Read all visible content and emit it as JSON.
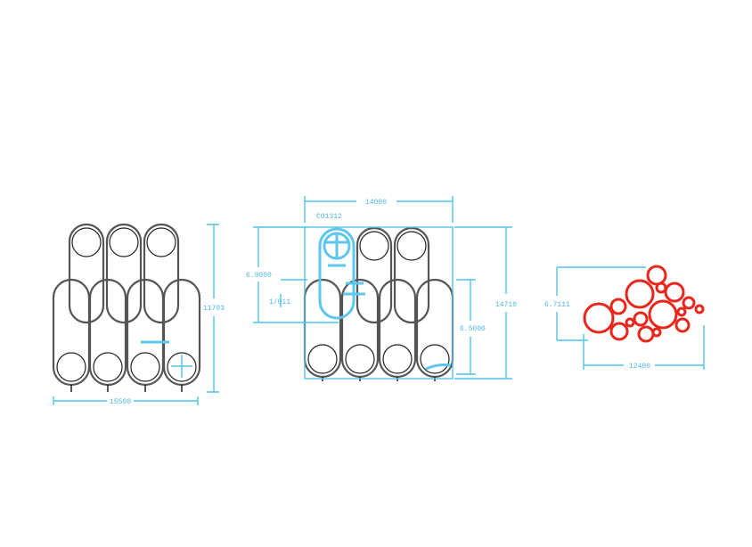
{
  "colors": {
    "wire": "#555555",
    "dimension": "#4fc3e8",
    "highlight": "#e8261c"
  },
  "figures": [
    {
      "name": "loop-assembly",
      "dims": {
        "height": "11703",
        "width": "15500"
      }
    },
    {
      "name": "loop-assembly-highlighted",
      "dims": {
        "width": "14000",
        "callout": "CO1312",
        "left_height": "6.9000",
        "left_inner": "1/011",
        "right_height": "14710",
        "right_inner": "6.5000"
      }
    },
    {
      "name": "bubble-cluster",
      "dims": {
        "height": "6.7111",
        "width": "12400"
      }
    }
  ]
}
